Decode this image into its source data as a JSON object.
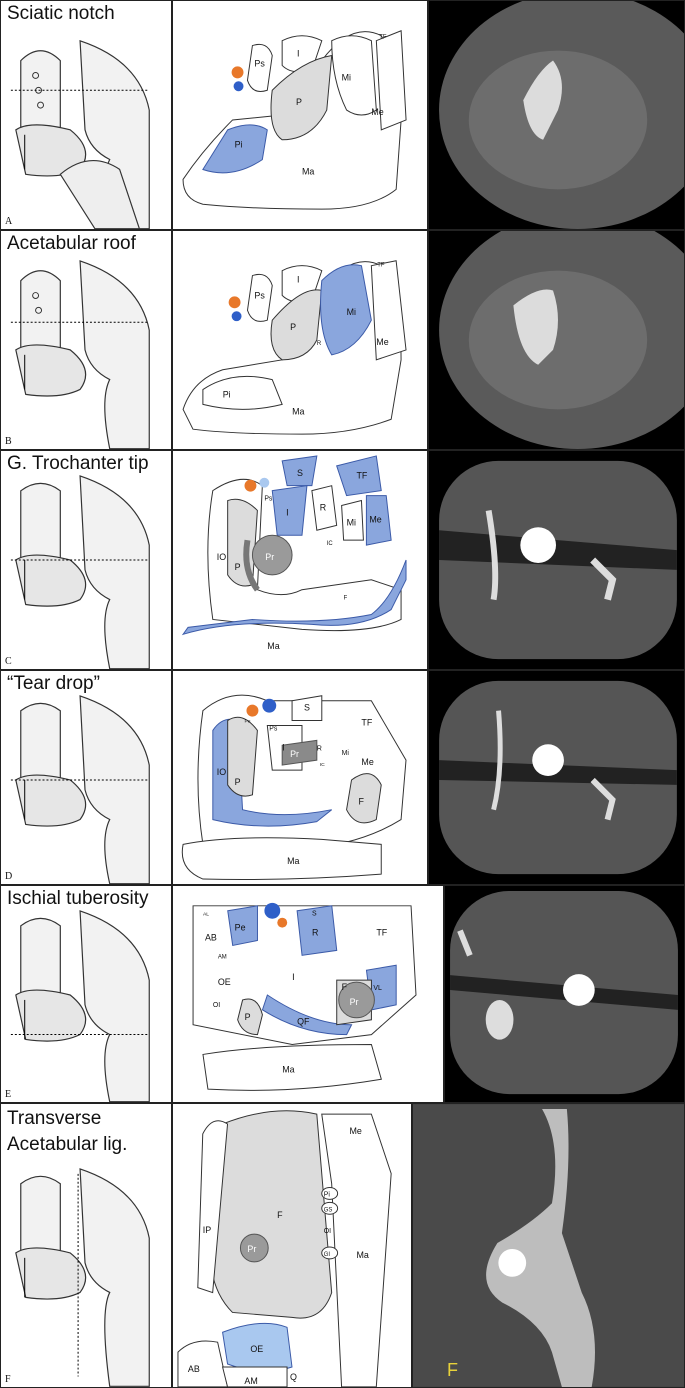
{
  "rows": [
    {
      "title": "Sciatic notch",
      "label": "A",
      "muscles": {
        "ps": "Ps",
        "i": "I",
        "p": "P",
        "mi": "Mi",
        "me": "Me",
        "pi": "Pi",
        "ma": "Ma",
        "tf": "TF"
      }
    },
    {
      "title": "Acetabular roof",
      "label": "B",
      "muscles": {
        "ps": "Ps",
        "i": "I",
        "p": "P",
        "mi": "Mi",
        "me": "Me",
        "pi": "Pi",
        "ma": "Ma",
        "tf": "TF",
        "r": "R"
      }
    },
    {
      "title": "G. Trochanter tip",
      "label": "C",
      "muscles": {
        "s": "S",
        "ps": "Ps",
        "i": "I",
        "r": "R",
        "tf": "TF",
        "mi": "Mi",
        "me": "Me",
        "pr": "Pr",
        "io": "IO",
        "p": "P",
        "ma": "Ma",
        "f": "F",
        "rc": "IC"
      }
    },
    {
      "title": "“Tear drop”",
      "label": "D",
      "muscles": {
        "s": "S",
        "ps": "Ps",
        "i": "I",
        "r": "R",
        "tf": "TF",
        "mi": "Mi",
        "me": "Me",
        "pr": "Pr",
        "io": "IO",
        "p": "P",
        "ma": "Ma",
        "f": "F",
        "pe": "Pe",
        "ic": "IC"
      }
    },
    {
      "title": "Ischial tuberosity",
      "label": "E",
      "muscles": {
        "s": "S",
        "pe": "Pe",
        "ab": "AB",
        "r": "R",
        "tf": "TF",
        "am": "AM",
        "oe": "OE",
        "oi": "OI",
        "p": "P",
        "i": "I",
        "vl": "VL",
        "f": "F",
        "pr": "Pr",
        "qf": "QF",
        "ma": "Ma",
        "al": "AL"
      }
    },
    {
      "title": "Transverse\nAcetabular lig.",
      "label": "F",
      "ct_label": "F",
      "muscles": {
        "me": "Me",
        "ip": "IP",
        "f": "F",
        "ma": "Ma",
        "pi": "Pi",
        "gs": "GS",
        "oi": "OI",
        "gi": "GI",
        "pr": "Pr",
        "oe": "OE",
        "ab": "AB",
        "am": "AM",
        "q": "Q"
      }
    }
  ],
  "colors": {
    "muscle_fill": "#8aa6dd",
    "muscle_stroke": "#3b5aa8",
    "bone_fill": "#dcdcdc",
    "orange_vessel": "#e8782a",
    "blue_vessel": "#2f5fc8",
    "light_blue": "#a9c8ef"
  }
}
